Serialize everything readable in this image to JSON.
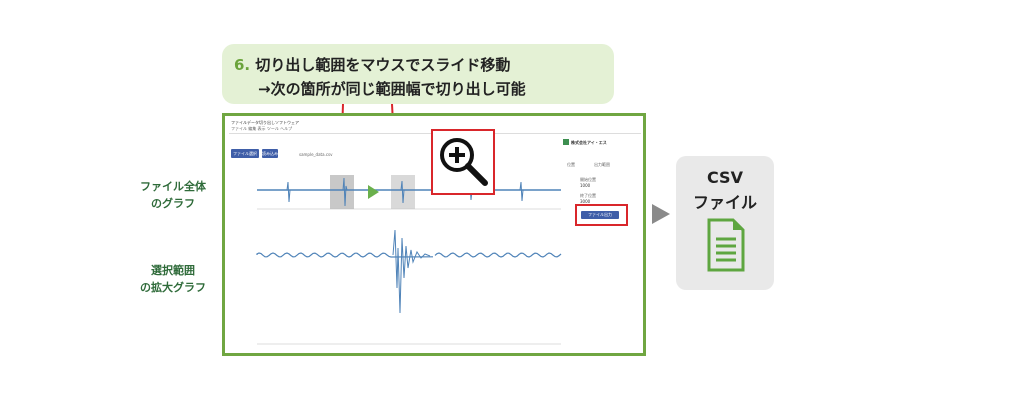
{
  "callout": {
    "number": "6.",
    "line1": "切り出し範囲をマウスでスライド移動",
    "line2": "→次の箇所が同じ範囲幅で切り出し可能"
  },
  "labels": {
    "overview_line1": "ファイル全体",
    "overview_line2": "のグラフ",
    "zoom_line1": "選択範囲",
    "zoom_line2": "の拡大グラフ"
  },
  "app": {
    "title": "ファイルデータ切り出しソフトウェア",
    "menu": "ファイル  編集  表示  ツール  ヘルプ",
    "buttons": {
      "file_open": "ファイル選択",
      "read": "読み込み",
      "export": "ファイル出力"
    },
    "file_name": "sample_data.csv",
    "panel_left": "位置",
    "panel_right": "出力範囲",
    "field1_label": "開始位置",
    "field1_value": "1000",
    "field2_label": "終了位置",
    "field2_value": "3000",
    "company": "株式会社アイ・エス"
  },
  "icons": {
    "zoom": "zoom-in-icon",
    "play": "play-triangle-icon",
    "file": "document-icon"
  },
  "csv": {
    "line1": "CSV",
    "line2": "ファイル"
  },
  "colors": {
    "accent_green": "#70a641",
    "highlight_red": "#d9262b",
    "signal_blue": "#4f83b8",
    "button_blue": "#3f5ea8"
  }
}
